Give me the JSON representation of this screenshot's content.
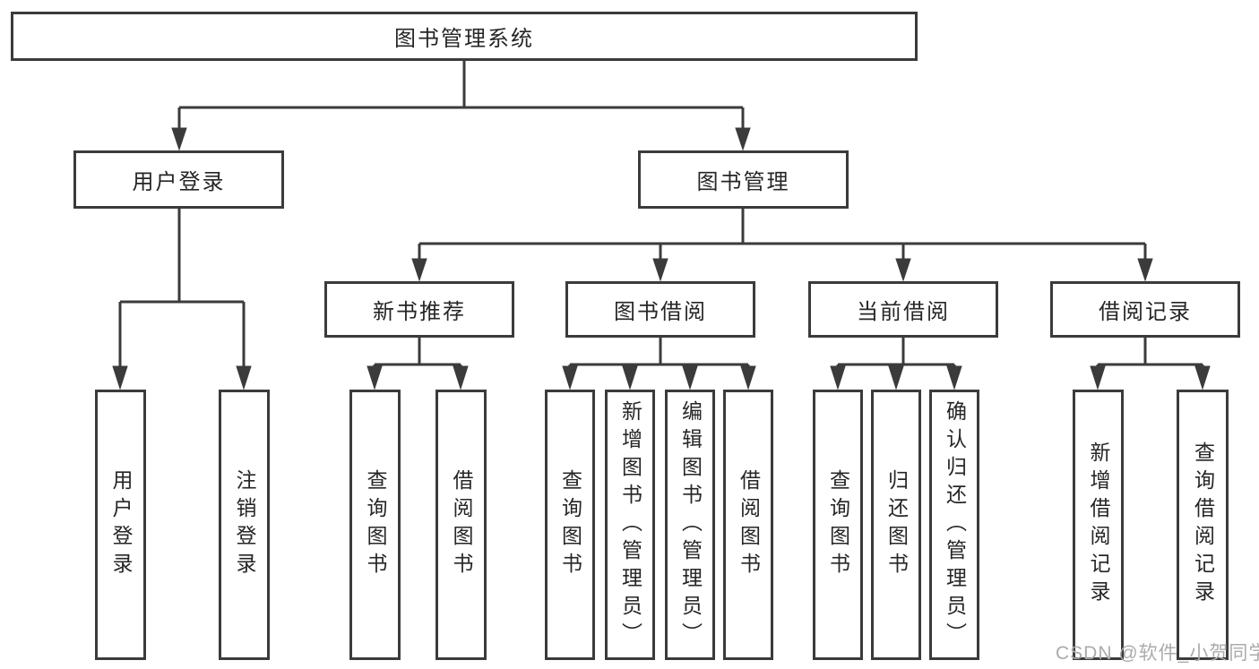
{
  "tree": {
    "label": "图书管理系统",
    "children": [
      {
        "label": "用户登录",
        "children": [
          {
            "label": "用户登录"
          },
          {
            "label": "注销登录"
          }
        ]
      },
      {
        "label": "图书管理",
        "children": [
          {
            "label": "新书推荐",
            "children": [
              {
                "label": "查询图书"
              },
              {
                "label": "借阅图书"
              }
            ]
          },
          {
            "label": "图书借阅",
            "children": [
              {
                "label": "查询图书"
              },
              {
                "label": "新增图书（管理员）"
              },
              {
                "label": "编辑图书（管理员）"
              },
              {
                "label": "借阅图书"
              }
            ]
          },
          {
            "label": "当前借阅",
            "children": [
              {
                "label": "查询图书"
              },
              {
                "label": "归还图书"
              },
              {
                "label": "确认归还（管理员）"
              }
            ]
          },
          {
            "label": "借阅记录",
            "children": [
              {
                "label": "新增借阅记录"
              },
              {
                "label": "查询借阅记录"
              }
            ]
          }
        ]
      }
    ]
  },
  "watermark": {
    "text": "CSDN @软件_小贺同学"
  },
  "colors": {
    "line": "#3b3b3b",
    "box_border": "#3b3b3b",
    "text": "#262626",
    "watermark": "#ababab",
    "background": "#ffffff"
  }
}
